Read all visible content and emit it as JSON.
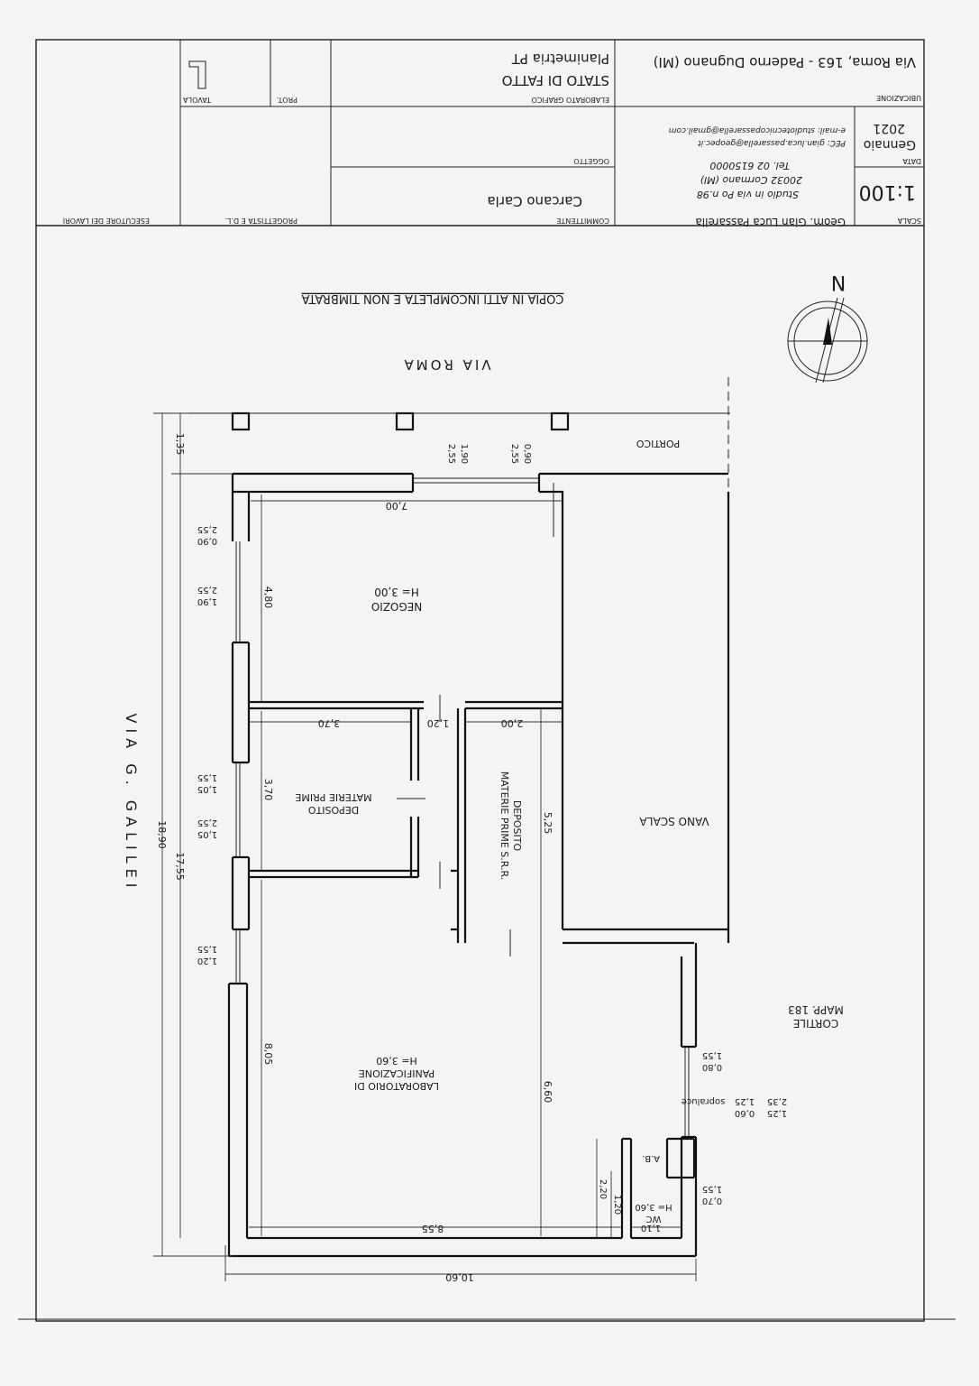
{
  "title_block": {
    "scala_label": "SCALA",
    "scala_value": "1:100",
    "data_label": "DATA",
    "data_month": "Gennaio",
    "data_year": "2021",
    "ubicazione_label": "UBICAZIONE",
    "ubicazione_value": "Via Roma, 163 - Paderno Dugnano (MI)",
    "tecnico_name": "Geom. Gian Luca Passarella",
    "tecnico_address": "Studio in via Po n.98",
    "tecnico_city": "20032 Cormano (MI)",
    "tecnico_tel": "Tel. 02 6150000",
    "tecnico_pec": "PEC: gian.luca.passarella@geopec.it",
    "tecnico_email": "e-mail: studiotecnicopassarella@gmail.com",
    "committente_label": "COMMITTENTE",
    "committente_value": "Carcano Carla",
    "oggetto_label": "OGGETTO",
    "elaborato_label": "ELABORATO GRAFICO",
    "elaborato_line1": "STATO DI FATTO",
    "elaborato_line2": "Planimetria PT",
    "prot_label": "PROT.",
    "tavola_label": "TAVOLA",
    "progettista_label": "PROGETTISTA E D.L.",
    "esecutore_label": "ESECUTORE DEI LAVORI"
  },
  "stamp_note": "COPIA IN ATTI INCOMPLETA E NON TIMBRATA",
  "north_label": "N",
  "streets": {
    "top": "VIA ROMA",
    "left": "VIA G. GALILEI"
  },
  "rooms": {
    "negozio": {
      "name": "NEGOZIO",
      "height": "H= 3,00"
    },
    "deposito": {
      "line1": "DEPOSITO",
      "line2": "MATERIE PRIME"
    },
    "deposito_srr": {
      "line1": "DEPOSITO",
      "line2": "MATERIE PRIME S.R.R."
    },
    "laboratorio": {
      "line1": "LABORATORIO DI",
      "line2": "PANIFICAZIONE",
      "height": "H= 3,60"
    },
    "wc": {
      "name": "WC",
      "height": "H= 3,60"
    },
    "ab": "A.B.",
    "vano_scala": "VANO SCALA",
    "cortile": {
      "line1": "CORTILE",
      "line2": "MAPP. 183"
    },
    "portico": "PORTICO"
  },
  "dimensions": {
    "total_height": "18,90",
    "inner_height": "17,55",
    "portico_depth": "1,35",
    "negozio_width": "7,00",
    "negozio_depth": "4,80",
    "deposito_width": "3,70",
    "deposito_depth": "3,70",
    "door_width": "1,20",
    "srr_width": "2,00",
    "srr_depth": "5,25",
    "lab_width": "8,55",
    "lab_depth": "8,05",
    "lab_depth_right": "6,60",
    "wc_width": "1,10",
    "wc_depth": "1,20",
    "ab_depth": "2,20",
    "total_width": "10,60",
    "portico_win_a": "1,90",
    "portico_win_b": "2,55",
    "portico_win_c": "0,90",
    "portico_win_d": "2,55",
    "win1_a": "0,90",
    "win1_b": "2,55",
    "win2_a": "1,90",
    "win2_b": "2,55",
    "win3_a": "1,05",
    "win3_b": "1,55",
    "win4_a": "1,05",
    "win4_b": "2,55",
    "win5_a": "1,20",
    "win5_b": "1,55",
    "right_win1_a": "0,80",
    "right_win1_b": "1,55",
    "right_win2_a": "1,25",
    "right_win2_b": "2,35",
    "right_win2_c": "0,60",
    "right_win2_d": "1,25",
    "sopraluce": "sopraluce",
    "right_win3_a": "0,70",
    "right_win3_b": "1,55"
  }
}
